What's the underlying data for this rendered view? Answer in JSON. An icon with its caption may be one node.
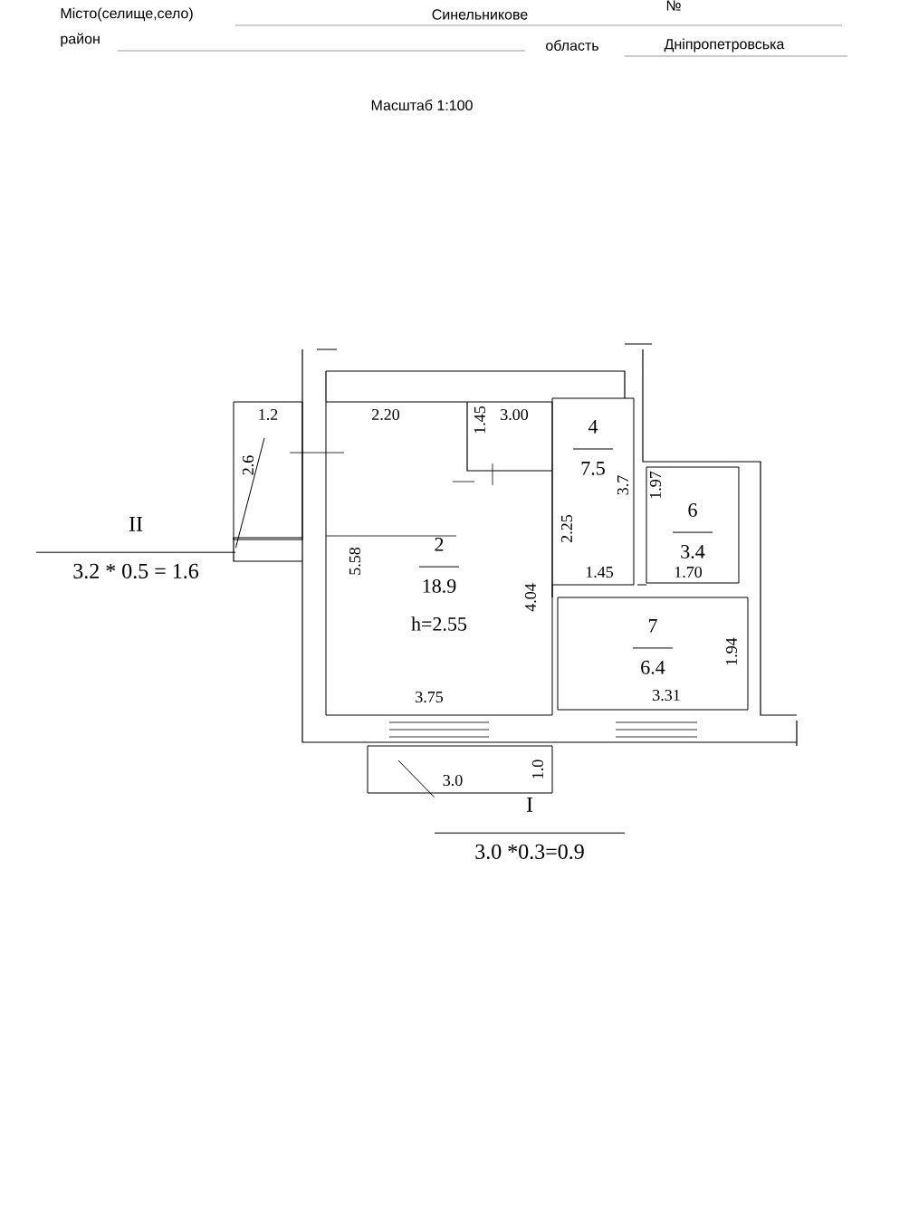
{
  "diagram": {
    "nodes": [
      {
        "text": [],
        "shape": "box"
      },
      {
        "text": [
          "2",
          "18.9",
          "h=2.55"
        ]
      },
      {
        "text": [
          "4",
          "7.5"
        ]
      },
      {
        "text": [
          "6",
          "3.4"
        ]
      },
      {
        "text": [
          "7",
          "6.4"
        ]
      },
      {
        "text": [],
        "shape": "box"
      },
      {
        "text": [
          "II",
          "3.2 * 0.5 = 1.6"
        ]
      },
      {
        "text": [
          "I",
          "3.0 *0.3=0.9"
        ]
      }
    ],
    "edges": [
      {
        "from": 6,
        "to": 0,
        "arrow": "none"
      },
      {
        "from": 7,
        "to": 5,
        "arrow": "none"
      }
    ],
    "labels": [
      "№",
      "Місто(селище,село)",
      "Синельникове",
      "район",
      "область",
      "Дніпропетровська",
      "Масштаб 1:100",
      "1.2",
      "2.6",
      "2.20",
      "1.45",
      "3.00",
      "3.7",
      "1.97",
      "2.25",
      "5.58",
      "4.04",
      "1.45",
      "1.70",
      "1.94",
      "3.75",
      "3.31",
      "3.0",
      "1.0"
    ]
  }
}
